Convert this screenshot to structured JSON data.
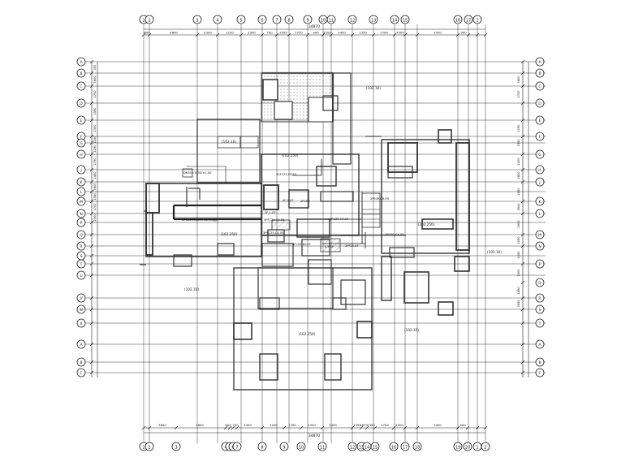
{
  "drawing": {
    "top_axes": [
      "1",
      "2",
      "3",
      "4",
      "5",
      "6",
      "7",
      "8",
      "9",
      "10",
      "11",
      "12",
      "13",
      "14",
      "15",
      "16",
      "17"
    ],
    "bottom_axes": [
      "1",
      "2",
      "3",
      "4",
      "5",
      "6",
      "7",
      "8",
      "9",
      "10",
      "11",
      "12",
      "13",
      "14",
      "15",
      "16",
      "17",
      "18",
      "19",
      "20"
    ],
    "left_axes": [
      "A",
      "B",
      "C",
      "D",
      "E",
      "F",
      "G",
      "H",
      "J",
      "K",
      "L",
      "M",
      "N",
      "P",
      "Q",
      "R",
      "S",
      "T",
      "U",
      "V",
      "W",
      "X"
    ],
    "right_axes": [
      "A",
      "B",
      "C",
      "D",
      "E",
      "F",
      "G",
      "H",
      "J",
      "K",
      "L",
      "M",
      "N",
      "P",
      "Q",
      "R",
      "S",
      "T"
    ],
    "top_dims": [
      "600",
      "4800",
      "2300",
      "2100",
      "2300",
      "750",
      "2050",
      "1750",
      "900",
      "2200",
      "3450",
      "1350",
      "1700",
      "4300",
      "1000",
      "900"
    ],
    "top_total": "34870",
    "bottom_dims": [
      "3650",
      "4800",
      "600",
      "750",
      "2450",
      "2200",
      "1350",
      "2350",
      "2450",
      "1350",
      "1670",
      "1350",
      "1700",
      "4300",
      "1000",
      "900"
    ],
    "bottom_total": "34870",
    "left_dims": [
      "300",
      "3600",
      "1700",
      "1550",
      "2300",
      "1250",
      "1250",
      "1750",
      "1400",
      "3600",
      "1550",
      "1700",
      "2300"
    ],
    "left_total": "29200",
    "right_dims": [
      "3600",
      "2700",
      "1150",
      "1550",
      "1200",
      "1800",
      "1650",
      "3600",
      "2600",
      "3050",
      "1450",
      "1500",
      "1850",
      "3550"
    ],
    "right_total": "29200",
    "room_labels": [
      "(102.10)",
      "(102.10)",
      "(102.250)",
      "(102.250)",
      "(102.10)",
      "(102.250)",
      "(102.10)",
      "(102.10)",
      "(102.250)"
    ],
    "equipment_labels": [
      "DN50×1050/×1.00",
      "30FC25-DC95",
      "XPE20×5000×30mm隔声",
      "4F-1-EF",
      "3F-1-EF",
      "3PFC25-C4.05",
      "2PC50",
      "2PC25-C4.05",
      "3FC25-DC25",
      "2PF09-CR.95",
      "2PF25-EF",
      "3PC50-C4.05",
      "3PFC25-C4.05",
      "S-Y SF"
    ]
  }
}
